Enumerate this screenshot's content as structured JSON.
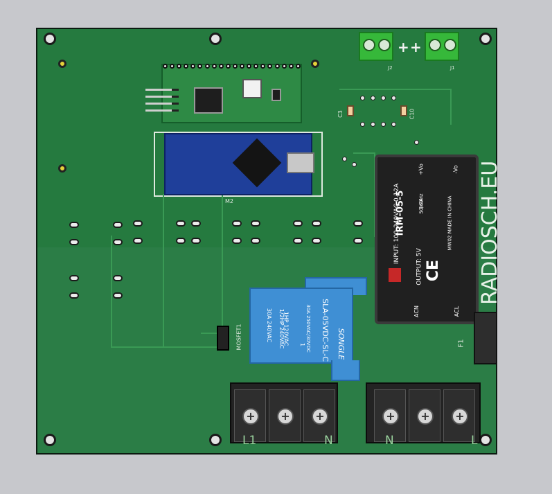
{
  "board": {
    "connector_left_label": "J2",
    "connector_right_label": "J1",
    "polarity_left": "+",
    "polarity_right": "+",
    "cap_c3": "C3",
    "cap_c10": "C10",
    "module_label": "M2",
    "mosfet_label": "MOSFET1",
    "fuse_label": "F1",
    "brand_text": "RADIOSCH.EU",
    "terminal_labels": [
      "L1",
      "N",
      "N",
      "L"
    ],
    "colors": {
      "pcb": "#257a3f",
      "relay": "#3f8fd4",
      "connector": "#36b83a"
    }
  },
  "power_module": {
    "model": "IRM-05-5",
    "input": "INPUT: 100-240VAC  0.12A",
    "input_freq": "50/60Hz",
    "output": "OUTPUT:  5V",
    "output_current": "1.0A",
    "made_in": "MW02 MADE IN CHINA",
    "pin_vo_plus": "+Vo",
    "pin_vo_minus": "-Vo",
    "pin_acn": "ACN",
    "pin_acl": "ACL",
    "ce_mark": "CE"
  },
  "relay": {
    "model": "SLA-05VDC-SL-C",
    "rating1": "30A 250VAC/30VDC",
    "rating2": "1HP 120VAC",
    "rating3": "1/2HP 240VAC",
    "rating4": "30A 240VAC",
    "brand": "SONGLE",
    "pin": "1"
  }
}
